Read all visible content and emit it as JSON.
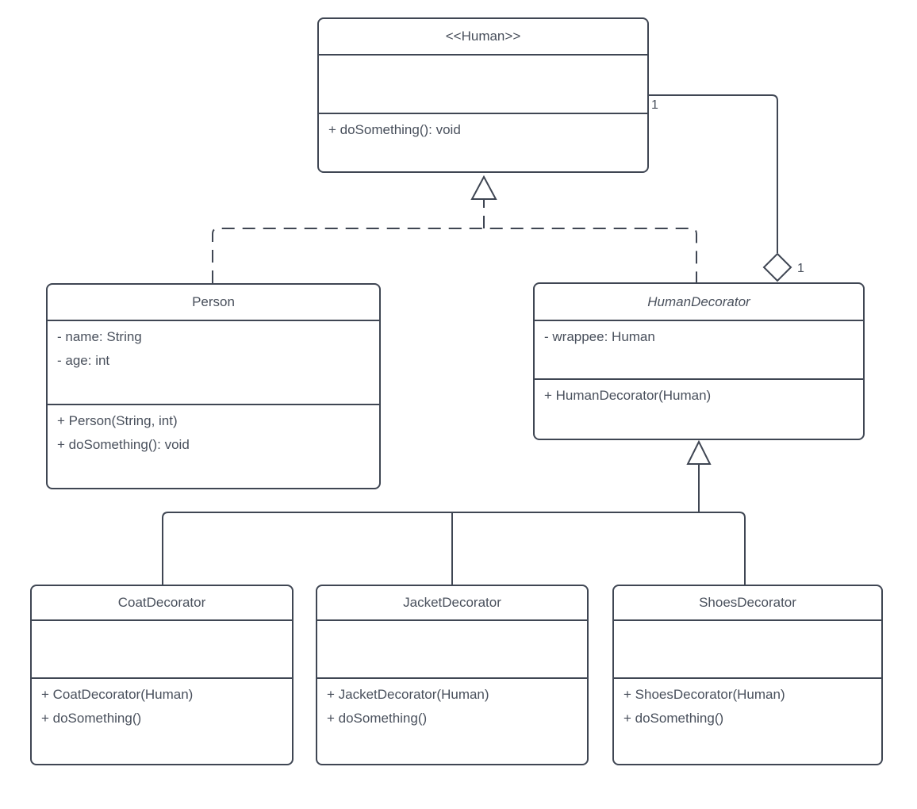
{
  "canvas": {
    "background": "#ffffff",
    "stroke_color": "#3f4653",
    "text_color": "#49505c"
  },
  "classes": [
    {
      "name": "Human",
      "title": "<<Human>>",
      "stereotype": "interface",
      "attributes": [],
      "methods": [
        "+ doSomething(): void"
      ]
    },
    {
      "name": "Person",
      "title": "Person",
      "attributes": [
        "- name: String",
        "- age: int"
      ],
      "methods": [
        "+ Person(String, int)",
        "+ doSomething(): void"
      ]
    },
    {
      "name": "HumanDecorator",
      "title": "HumanDecorator",
      "stereotype": "abstract",
      "attributes": [
        "- wrappee: Human"
      ],
      "methods": [
        "+ HumanDecorator(Human)"
      ]
    },
    {
      "name": "CoatDecorator",
      "title": "CoatDecorator",
      "attributes": [],
      "methods": [
        "+ CoatDecorator(Human)",
        "+ doSomething()"
      ]
    },
    {
      "name": "JacketDecorator",
      "title": "JacketDecorator",
      "attributes": [],
      "methods": [
        "+ JacketDecorator(Human)",
        "+ doSomething()"
      ]
    },
    {
      "name": "ShoesDecorator",
      "title": "ShoesDecorator",
      "attributes": [],
      "methods": [
        "+ ShoesDecorator(Human)",
        "+ doSomething()"
      ]
    }
  ],
  "relationships": [
    {
      "type": "realization",
      "from": "Person",
      "to": "Human"
    },
    {
      "type": "realization",
      "from": "HumanDecorator",
      "to": "Human"
    },
    {
      "type": "aggregation",
      "from": "HumanDecorator",
      "to": "Human",
      "multiplicity_at_human": "1",
      "multiplicity_at_decorator": "1"
    },
    {
      "type": "generalization",
      "from": "CoatDecorator",
      "to": "HumanDecorator"
    },
    {
      "type": "generalization",
      "from": "JacketDecorator",
      "to": "HumanDecorator"
    },
    {
      "type": "generalization",
      "from": "ShoesDecorator",
      "to": "HumanDecorator"
    }
  ]
}
